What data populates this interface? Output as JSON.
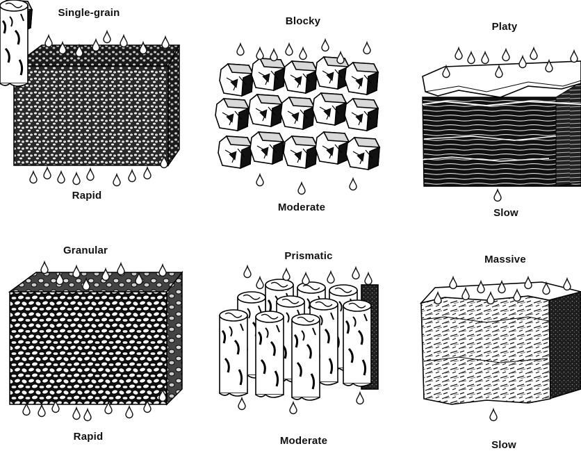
{
  "panels": [
    {
      "structure": "Single-grain",
      "rate": "Rapid"
    },
    {
      "structure": "Blocky",
      "rate": "Moderate"
    },
    {
      "structure": "Platy",
      "rate": "Slow"
    },
    {
      "structure": "Granular",
      "rate": "Rapid"
    },
    {
      "structure": "Prismatic",
      "rate": "Moderate"
    },
    {
      "structure": "Massive",
      "rate": "Slow"
    }
  ]
}
